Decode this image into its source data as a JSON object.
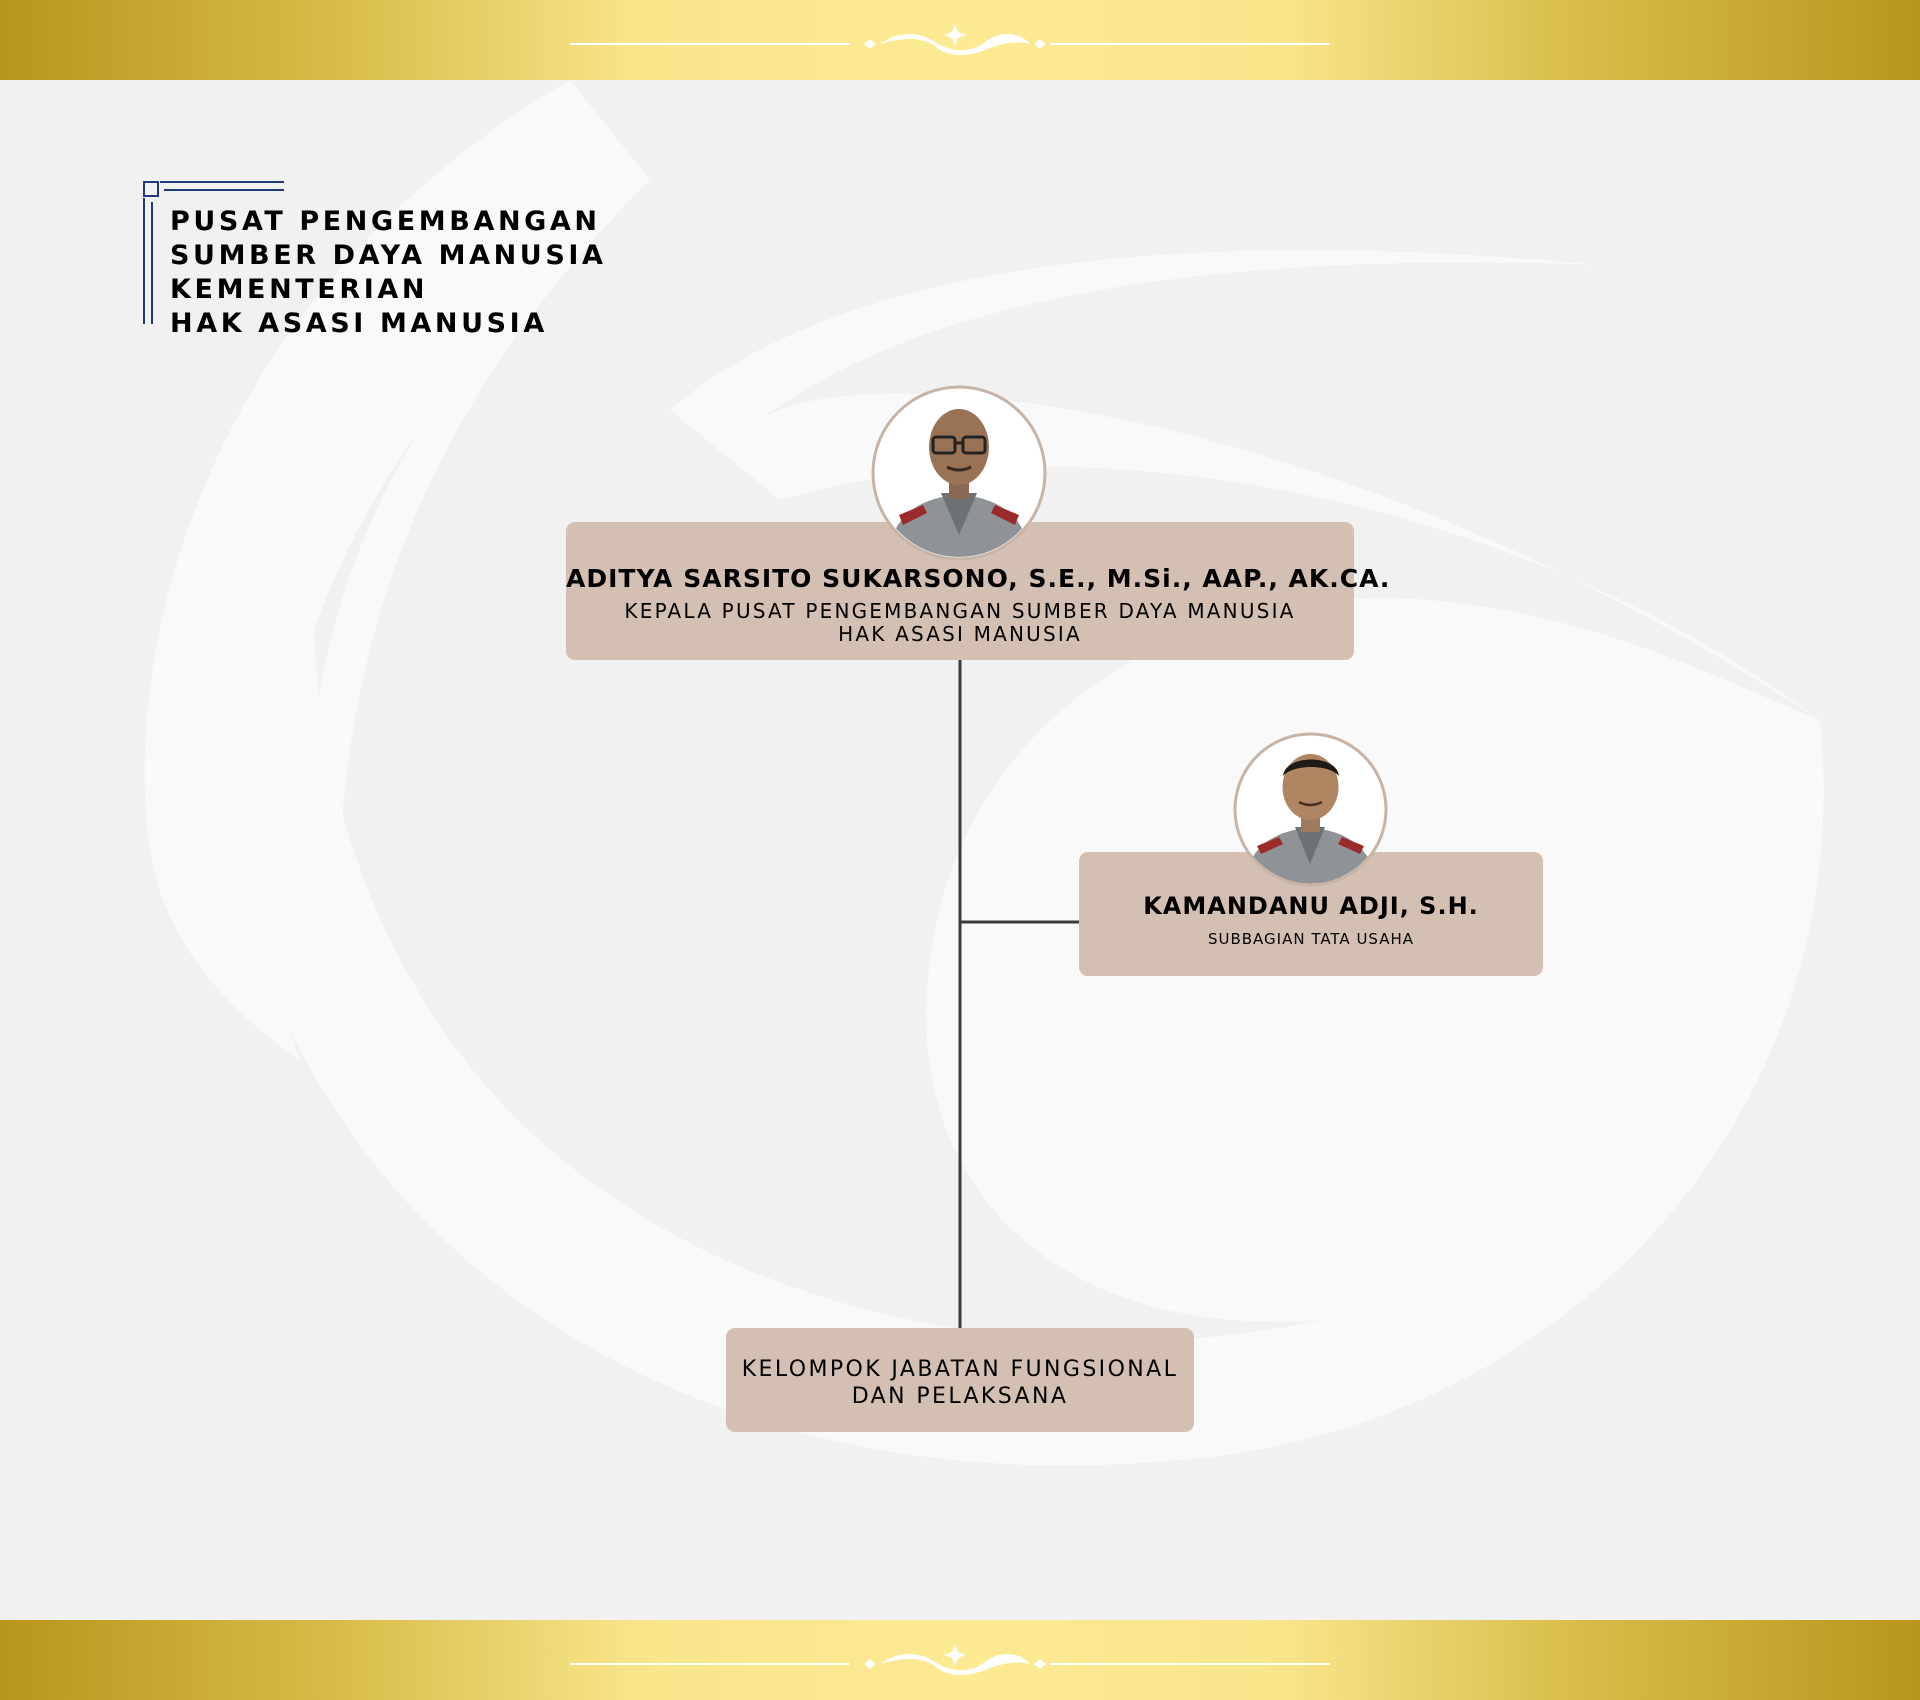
{
  "header": {
    "title_lines": [
      "PUSAT PENGEMBANGAN",
      "SUMBER DAYA MANUSIA",
      "KEMENTERIAN",
      "HAK ASASI MANUSIA"
    ]
  },
  "org_chart": {
    "head": {
      "name": "ADITYA SARSITO SUKARSONO, S.E., M.Si., AAP., AK.CA.",
      "role_lines": [
        "KEPALA PUSAT PENGEMBANGAN SUMBER DAYA MANUSIA",
        "HAK ASASI MANUSIA"
      ]
    },
    "subsection": {
      "name": "KAMANDANU ADJI, S.H.",
      "role": "SUBBAGIAN TATA USAHA"
    },
    "functional_group": {
      "role_lines": [
        "KELOMPOK JABATAN FUNGSIONAL",
        "DAN PELAKSANA"
      ]
    }
  },
  "colors": {
    "box_fill": "#d4c0b2",
    "connector": "#3a3a3a",
    "heading_frame": "#1f3b78",
    "gold_light": "#fdeb94",
    "gold_dark": "#b8961c",
    "background": "#f1f1f1"
  }
}
